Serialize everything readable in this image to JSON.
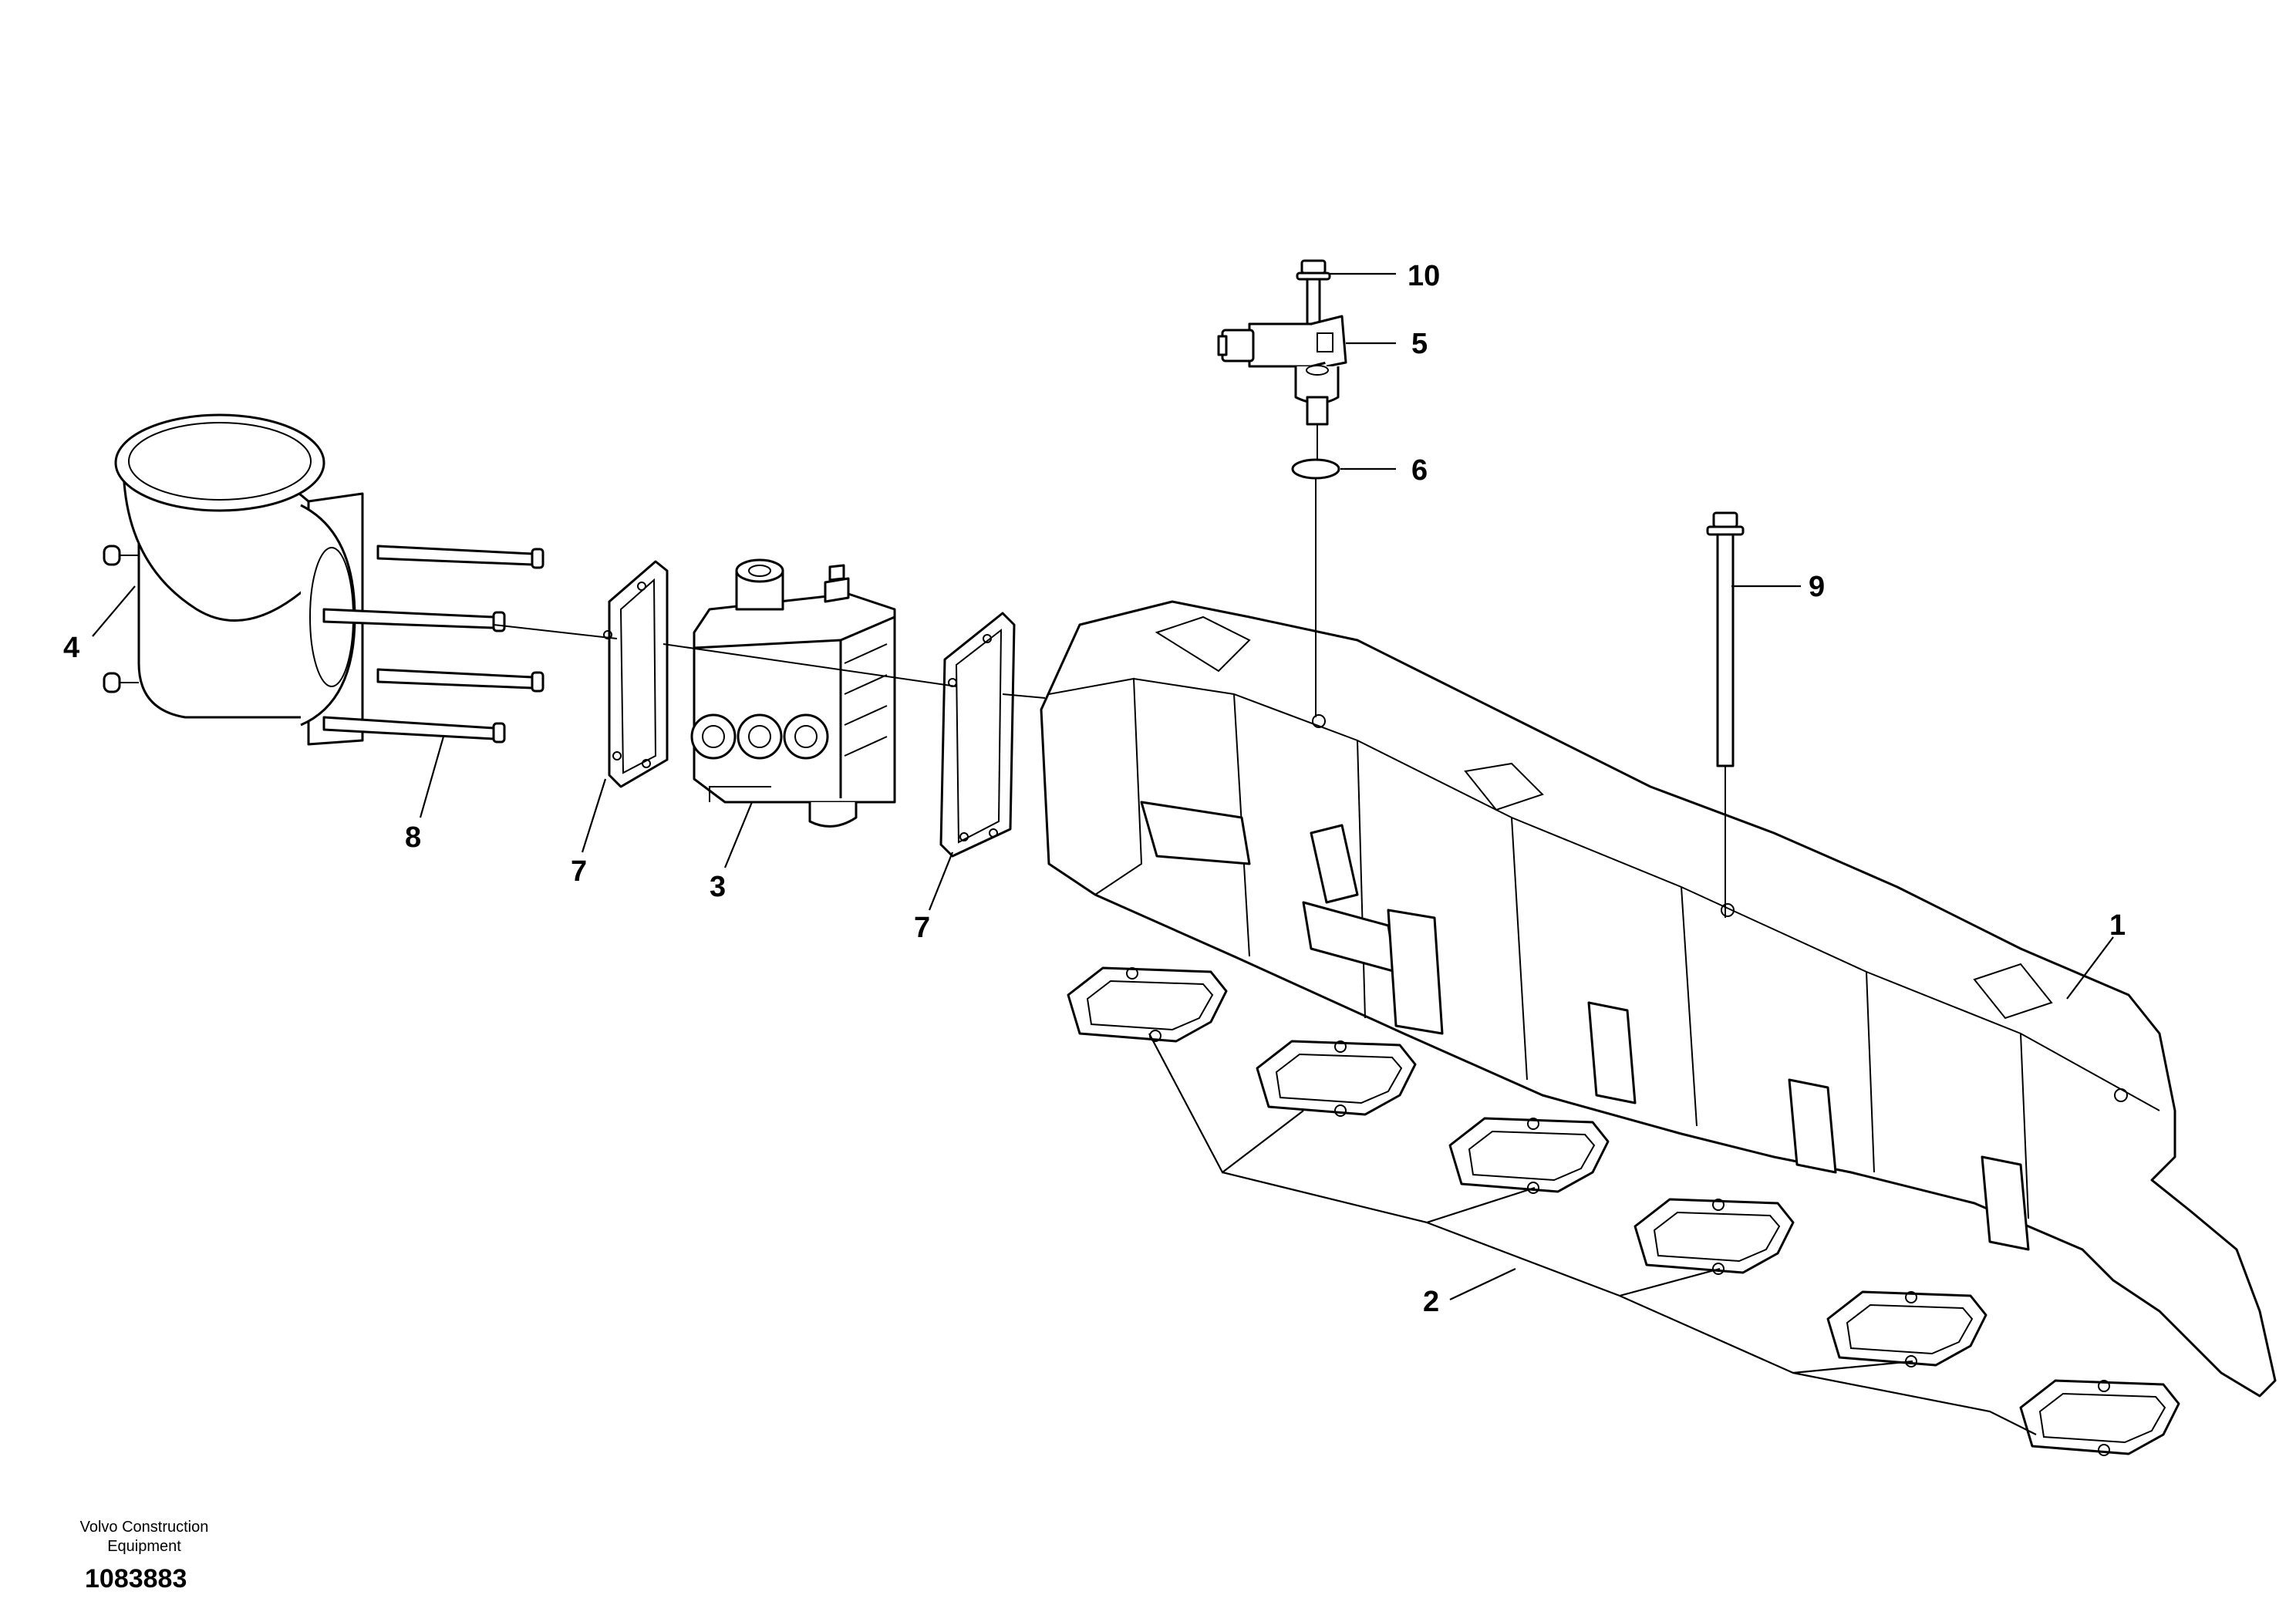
{
  "callouts": [
    {
      "id": "1",
      "label": "1"
    },
    {
      "id": "2",
      "label": "2"
    },
    {
      "id": "3",
      "label": "3"
    },
    {
      "id": "4",
      "label": "4"
    },
    {
      "id": "5",
      "label": "5"
    },
    {
      "id": "6",
      "label": "6"
    },
    {
      "id": "7a",
      "label": "7"
    },
    {
      "id": "7b",
      "label": "7"
    },
    {
      "id": "8",
      "label": "8"
    },
    {
      "id": "9",
      "label": "9"
    },
    {
      "id": "10",
      "label": "10"
    }
  ],
  "footer": {
    "manufacturer_line1": "Volvo Construction",
    "manufacturer_line2": "Equipment",
    "drawing_number": "1083883"
  }
}
